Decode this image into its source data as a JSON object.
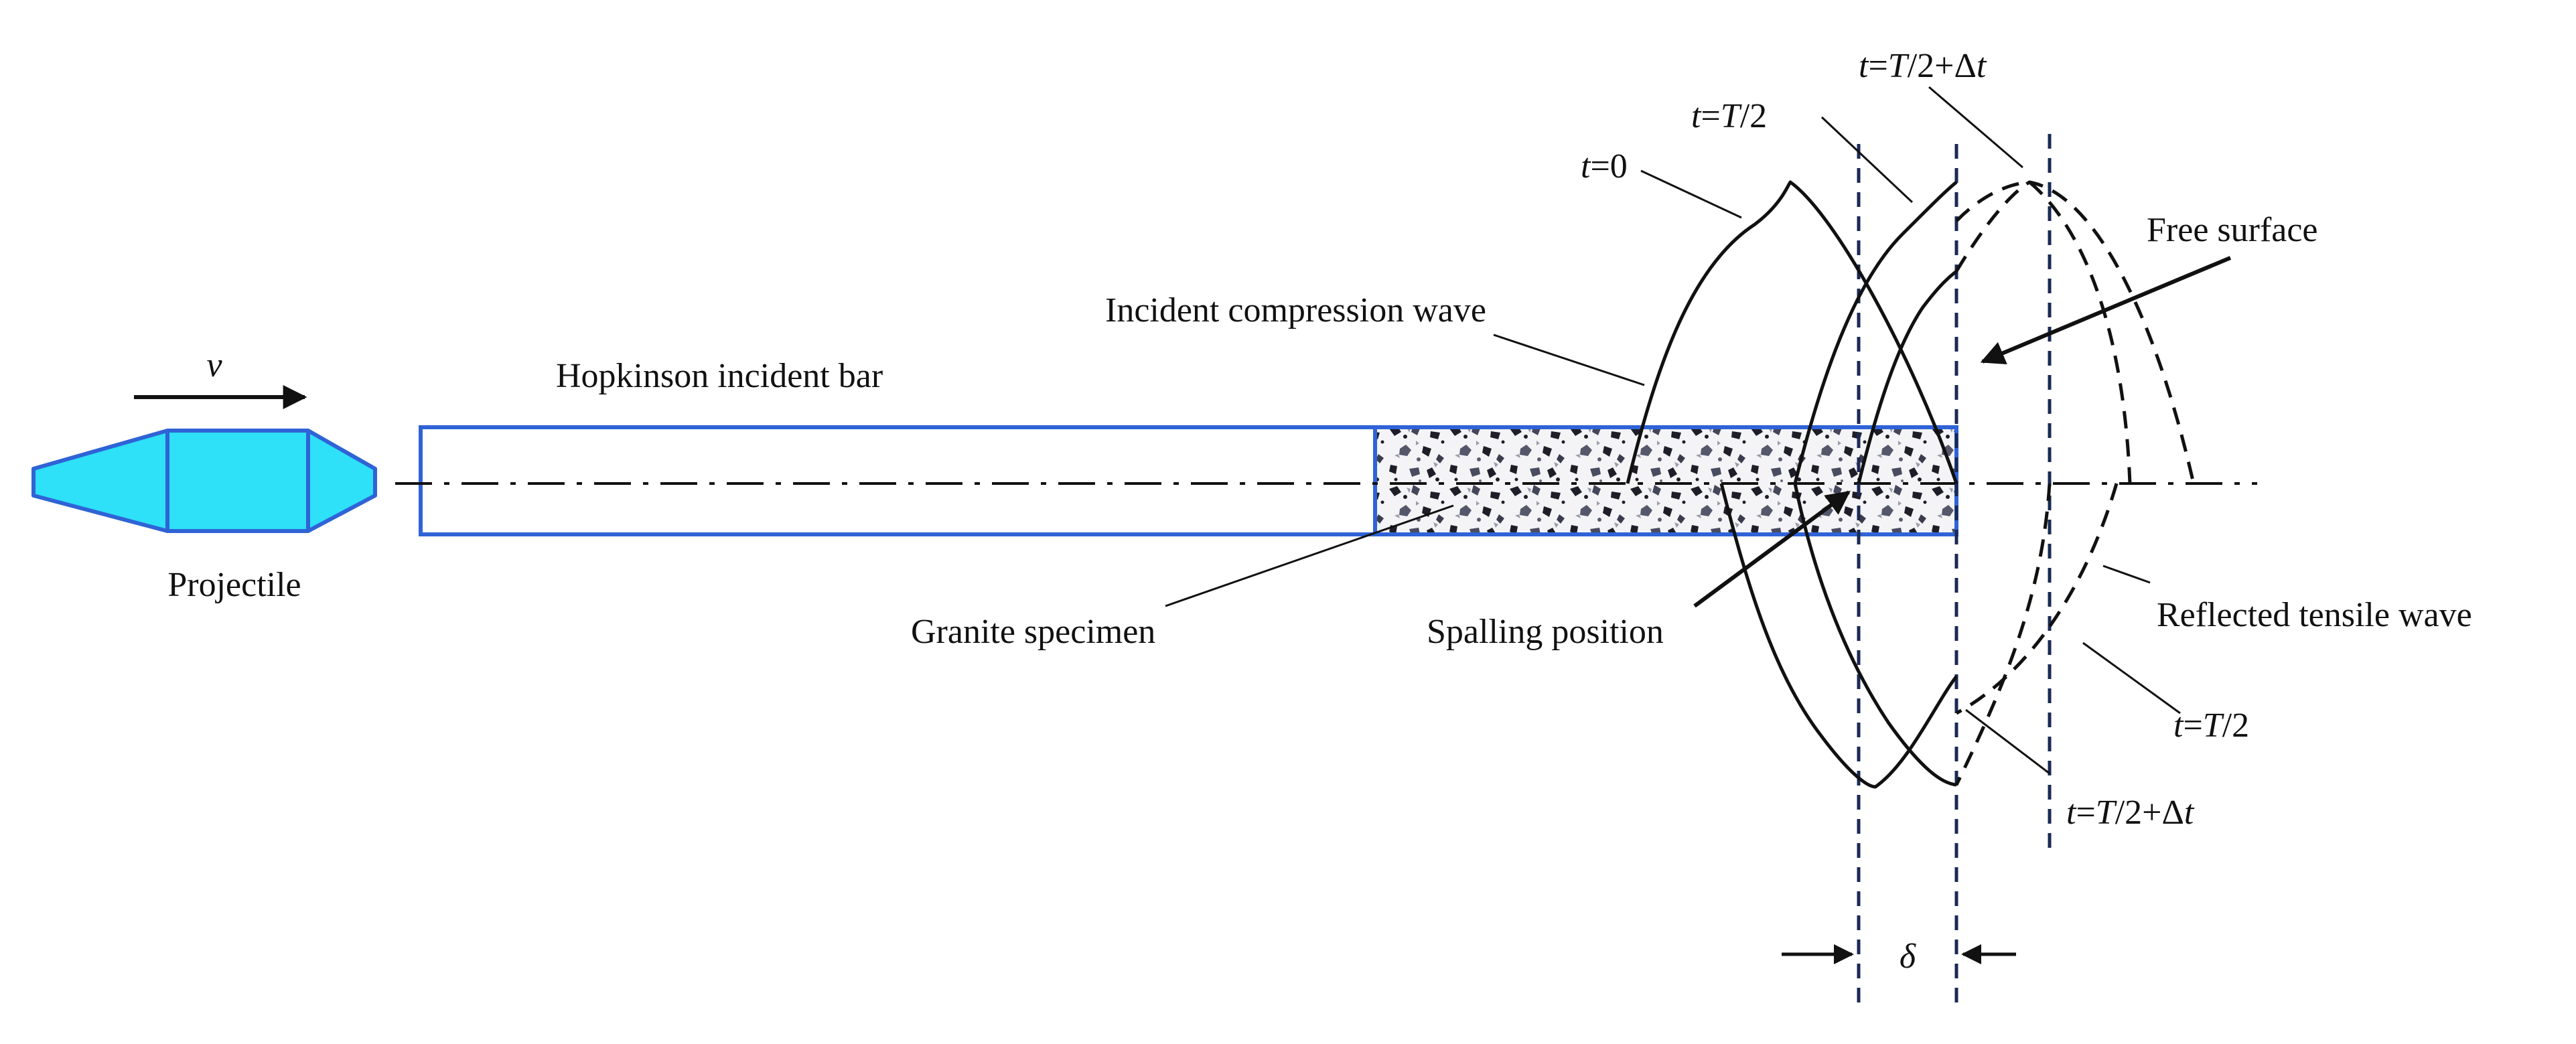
{
  "labels": {
    "velocity": "v",
    "projectile": "Projectile",
    "incident_bar": "Hopkinson incident bar",
    "incident_wave": "Incident compression wave",
    "granite_specimen": "Granite specimen",
    "spalling_position": "Spalling position",
    "free_surface": "Free surface",
    "reflected_wave": "Reflected tensile wave",
    "delta": "δ"
  },
  "time_labels": {
    "t0": {
      "t": "t",
      "rest": "=0"
    },
    "t_half_top": {
      "t": "t",
      "eq": "=",
      "T": "T",
      "rest": "/2"
    },
    "t_half_dt_top": {
      "t": "t",
      "eq": "=",
      "T": "T",
      "mid": "/2+Δ",
      "t2": "t"
    },
    "t_half_bottom": {
      "t": "t",
      "eq": "=",
      "T": "T",
      "rest": "/2"
    },
    "t_half_dt_bottom": {
      "t": "t",
      "eq": "=",
      "T": "T",
      "mid": "/2+Δ",
      "t2": "t"
    }
  },
  "colors": {
    "bar_outline": "#2f63d6",
    "projectile_fill": "#2ee0f8",
    "dashed_guides": "#1a2a55"
  }
}
